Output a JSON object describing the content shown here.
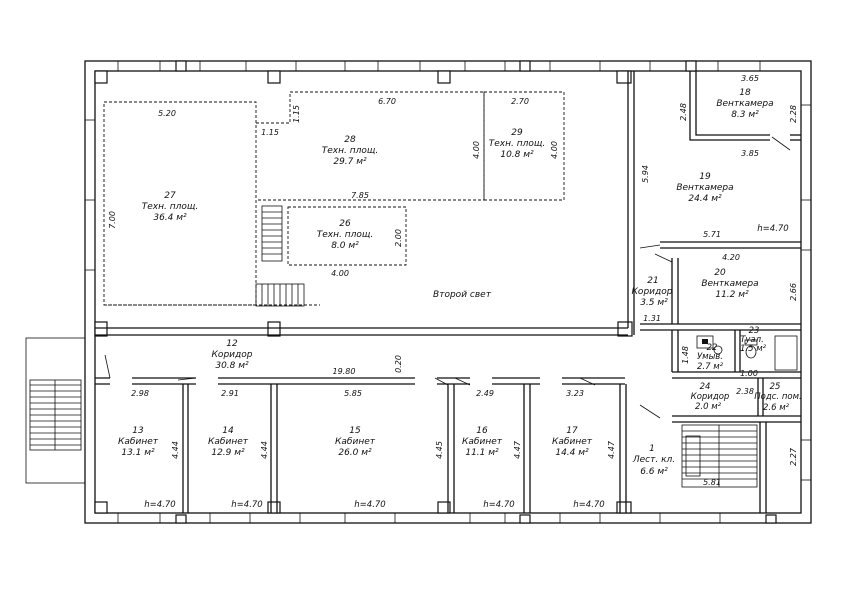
{
  "rooms": {
    "r1": {
      "num": "1",
      "name": "Лест. кл.",
      "area": "6.6 м²"
    },
    "r12": {
      "num": "12",
      "name": "Коридор",
      "area": "30.8 м²"
    },
    "r13": {
      "num": "13",
      "name": "Кабинет",
      "area": "13.1 м²"
    },
    "r14": {
      "num": "14",
      "name": "Кабинет",
      "area": "12.9 м²"
    },
    "r15": {
      "num": "15",
      "name": "Кабинет",
      "area": "26.0 м²"
    },
    "r16": {
      "num": "16",
      "name": "Кабинет",
      "area": "11.1 м²"
    },
    "r17": {
      "num": "17",
      "name": "Кабинет",
      "area": "14.4 м²"
    },
    "r18": {
      "num": "18",
      "name": "Венткамера",
      "area": "8.3 м²"
    },
    "r19": {
      "num": "19",
      "name": "Венткамера",
      "area": "24.4 м²"
    },
    "r20": {
      "num": "20",
      "name": "Венткамера",
      "area": "11.2 м²"
    },
    "r21": {
      "num": "21",
      "name": "Коридор",
      "area": "3.5 м²"
    },
    "r22": {
      "num": "22",
      "name": "Умыв.",
      "area": "2.7 м²"
    },
    "r23": {
      "num": "23",
      "name": "Туал.",
      "area": "1.5 м²"
    },
    "r24": {
      "num": "24",
      "name": "Коридор",
      "area": "2.0 м²"
    },
    "r25": {
      "num": "25",
      "name": "Подс. пом.",
      "area": "2.6 м²"
    },
    "r26": {
      "num": "26",
      "name": "Техн. площ.",
      "area": "8.0 м²"
    },
    "r27": {
      "num": "27",
      "name": "Техн. площ.",
      "area": "36.4 м²"
    },
    "r28": {
      "num": "28",
      "name": "Техн. площ.",
      "area": "29.7 м²"
    },
    "r29": {
      "num": "29",
      "name": "Техн. площ.",
      "area": "10.8 м²"
    }
  },
  "second_light": "Второй свет",
  "dims": {
    "d520": "5.20",
    "d670": "6.70",
    "d270": "2.70",
    "d115a": "1.15",
    "d115b": "1.15",
    "d400a": "4.00",
    "d400b": "4.00",
    "d700": "7.00",
    "d785": "7.85",
    "d200": "2.00",
    "d400c": "4.00",
    "d594": "5.94",
    "d365": "3.65",
    "d248": "2.48",
    "d228": "2.28",
    "d385": "3.85",
    "d571": "5.71",
    "d420": "4.20",
    "d266": "2.66",
    "d131": "1.31",
    "d1980": "19.80",
    "d020": "0.20",
    "d298": "2.98",
    "d291": "2.91",
    "d585": "5.85",
    "d249": "2.49",
    "d323": "3.23",
    "d444a": "4.44",
    "d444b": "4.44",
    "d445": "4.45",
    "d447a": "4.47",
    "d447b": "4.47",
    "d148": "1.48",
    "d100": "1.00",
    "d238": "2.38",
    "d227": "2.27",
    "d581": "5.81"
  },
  "heights": {
    "h13": "h=4.70",
    "h14": "h=4.70",
    "h15": "h=4.70",
    "h16": "h=4.70",
    "h17": "h=4.70",
    "h19": "h=4.70"
  }
}
